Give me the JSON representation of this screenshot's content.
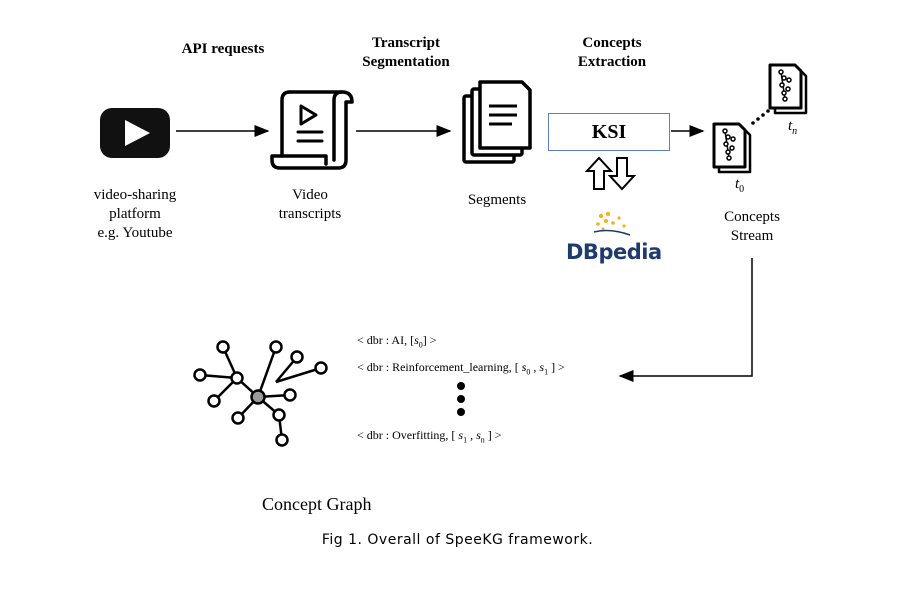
{
  "stages": {
    "api": "API requests",
    "transcript_line1": "Transcript",
    "transcript_line2": "Segmentation",
    "concepts_line1": "Concepts",
    "concepts_line2": "Extraction"
  },
  "nodes": {
    "platform_line1": "video-sharing",
    "platform_line2": "platform",
    "platform_line3": "e.g. Youtube",
    "transcripts_line1": "Video",
    "transcripts_line2": "transcripts",
    "segments": "Segments",
    "ksi": "KSI",
    "dbpedia": "DBpedia",
    "stream_line1": "Concepts",
    "stream_line2": "Stream",
    "t0": "t",
    "t0_sub": "0",
    "tn": "t",
    "tn_sub": "n"
  },
  "triples": {
    "t1_prefix": "< dbr : AI, [",
    "t1_s": "s",
    "t1_s_sub": "0",
    "t1_suffix": "] >",
    "t2_prefix": "< dbr : Reinforcement_learning, [",
    "t2_s0": "s",
    "t2_s0_sub": "0",
    "t2_sep": " ,",
    "t2_s1": "s",
    "t2_s1_sub": "1",
    "t2_suffix": " ] >",
    "t3_prefix": "< dbr : Overfitting, [",
    "t3_s1": "s",
    "t3_s1_sub": "1",
    "t3_sep": " ,",
    "t3_sn": "s",
    "t3_sn_sub": "n",
    "t3_suffix": " ]  >"
  },
  "graph_title": "Concept Graph",
  "caption": "Fig 1. Overall of SpeeKG framework.",
  "colors": {
    "youtube_box": "#111111",
    "ksi_border": "#5b7fbf",
    "dbpedia_text": "#1f3b6e",
    "dbpedia_dots": "#f2b417",
    "graph_center_node": "#9a9a9a"
  }
}
